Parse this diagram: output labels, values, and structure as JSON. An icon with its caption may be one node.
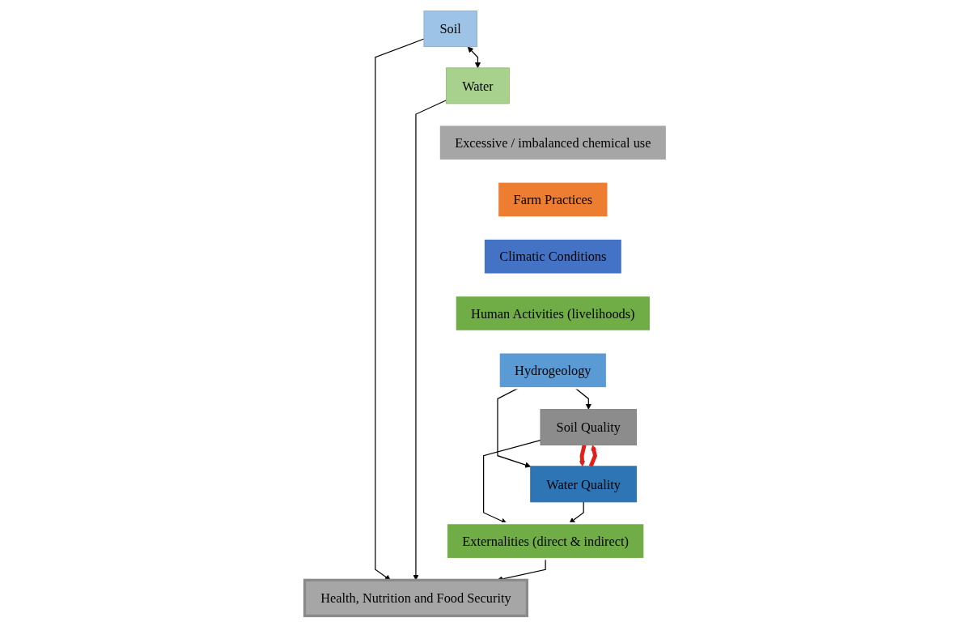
{
  "diagram": {
    "nodes": [
      {
        "text": [
          "Soil"
        ]
      },
      {
        "text": [
          "Water"
        ]
      },
      {
        "text": [
          "Excessive / imbalanced chemical use"
        ]
      },
      {
        "text": [
          "Farm Practices"
        ]
      },
      {
        "text": [
          "Climatic Conditions"
        ]
      },
      {
        "text": [
          "Human Activities (livelihoods)"
        ]
      },
      {
        "text": [
          "Hydrogeology"
        ]
      },
      {
        "text": [
          "Soil Quality"
        ]
      },
      {
        "text": [
          "Water Quality"
        ]
      },
      {
        "text": [
          "Externalities (direct & indirect)"
        ]
      },
      {
        "text": [
          "Health, Nutrition and Food Security"
        ]
      }
    ],
    "edges": [
      {
        "from": 0,
        "to": 1,
        "arrow": "both"
      },
      {
        "from": 0,
        "to": 10,
        "arrow": "to"
      },
      {
        "from": 1,
        "to": 10,
        "arrow": "to"
      },
      {
        "from": 6,
        "to": 7,
        "arrow": "to"
      },
      {
        "from": 6,
        "to": 8,
        "arrow": "to"
      },
      {
        "from": 7,
        "to": 8,
        "arrow": "to",
        "style": "thick",
        "color": "#e0201b"
      },
      {
        "from": 8,
        "to": 7,
        "arrow": "to",
        "style": "thick",
        "color": "#e0201b"
      },
      {
        "from": 7,
        "to": 9,
        "arrow": "to"
      },
      {
        "from": 8,
        "to": 9,
        "arrow": "to"
      },
      {
        "from": 9,
        "to": 10,
        "arrow": "to"
      }
    ]
  }
}
